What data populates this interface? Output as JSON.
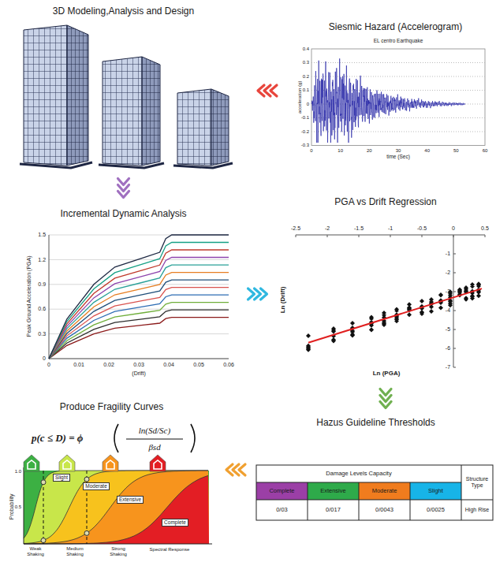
{
  "diagram": {
    "nodes": [
      {
        "text": [
          "3D Modeling,Analysis and Design"
        ]
      },
      {
        "text": [
          "Siesmic Hazard (Accelerogram)"
        ]
      },
      {
        "text": [
          "Incremental Dynamic Analysis"
        ]
      },
      {
        "text": [
          "PGA vs Drift Regression"
        ]
      },
      {
        "text": [
          "Hazus Guideline Thresholds"
        ]
      },
      {
        "text": [
          "Produce Fragility Curves"
        ]
      }
    ],
    "edges": [
      {
        "from": 1,
        "to": 0,
        "arrow": "to"
      },
      {
        "from": 0,
        "to": 2,
        "arrow": "to"
      },
      {
        "from": 2,
        "to": 3,
        "arrow": "to"
      },
      {
        "from": 3,
        "to": 4,
        "arrow": "to"
      },
      {
        "from": 4,
        "to": 5,
        "arrow": "to"
      }
    ],
    "labels": [
      "EL centro Earthquake",
      "0.4",
      "0.3",
      "0.2",
      "0.1",
      "0",
      "-0.1",
      "-0.2",
      "-0.3",
      "0",
      "10",
      "20",
      "30",
      "40",
      "50",
      "60",
      "time (Sec)",
      "acceleration (g)",
      "1.5",
      "1.2",
      "0.9",
      "0.6",
      "0.3",
      "0",
      "0",
      "0.01",
      "0.02",
      "0.03",
      "0.04",
      "0.05",
      "0.06",
      "(Drift)",
      "Peak Ground Acceleration (PGA)",
      "-2.5",
      "-2",
      "-1.5",
      "-1",
      "-0.5",
      "0",
      "0.5",
      "-1",
      "-2",
      "-3",
      "-4",
      "-5",
      "-6",
      "-7",
      "Ln (Drift)",
      "Ln (PGA)",
      "Damage Levels Capacity",
      "Structure Type",
      "Complete",
      "Extensive",
      "Moderate",
      "Slight",
      "0/03",
      "0/017",
      "0/0043",
      "0/0025",
      "High Rise",
      "p(c ≤ D) = ϕ",
      "ln(Sd/Sc)",
      "βsd",
      "Slight",
      "Moderate",
      "Extensive",
      "Complete",
      "Probability",
      "1.0",
      "0.5",
      "Weak Shaking",
      "Medium Shaking",
      "Strong Shaking",
      "Spectral Response"
    ]
  }
}
